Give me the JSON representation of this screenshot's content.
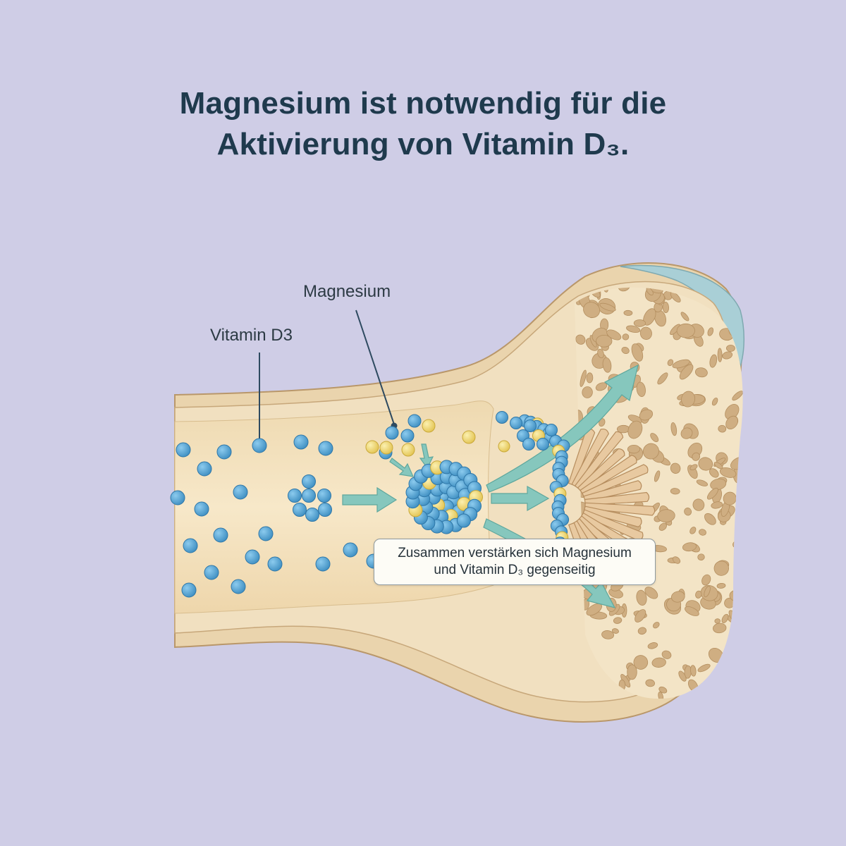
{
  "title": {
    "line1": "Magnesium ist notwendig für die",
    "line2": "Aktivierung von Vitamin D₃."
  },
  "labels": {
    "magnesium": "Magnesium",
    "vitamin_d3": "Vitamin D3"
  },
  "callout": {
    "line1": "Zusammen verstärken sich Magnesium",
    "line2": "und Vitamin D₃ gegenseitig"
  },
  "colors": {
    "background": "#cfcde6",
    "title": "#1f3a4d",
    "vitamin_d3_particle": "#4f9fd0",
    "magnesium_particle": "#f0d66e",
    "bone": "#f1dfbe",
    "marrow": "#f6e7c8",
    "arrow": "#7fc0b7",
    "cartilage": "#a9cfd6"
  }
}
